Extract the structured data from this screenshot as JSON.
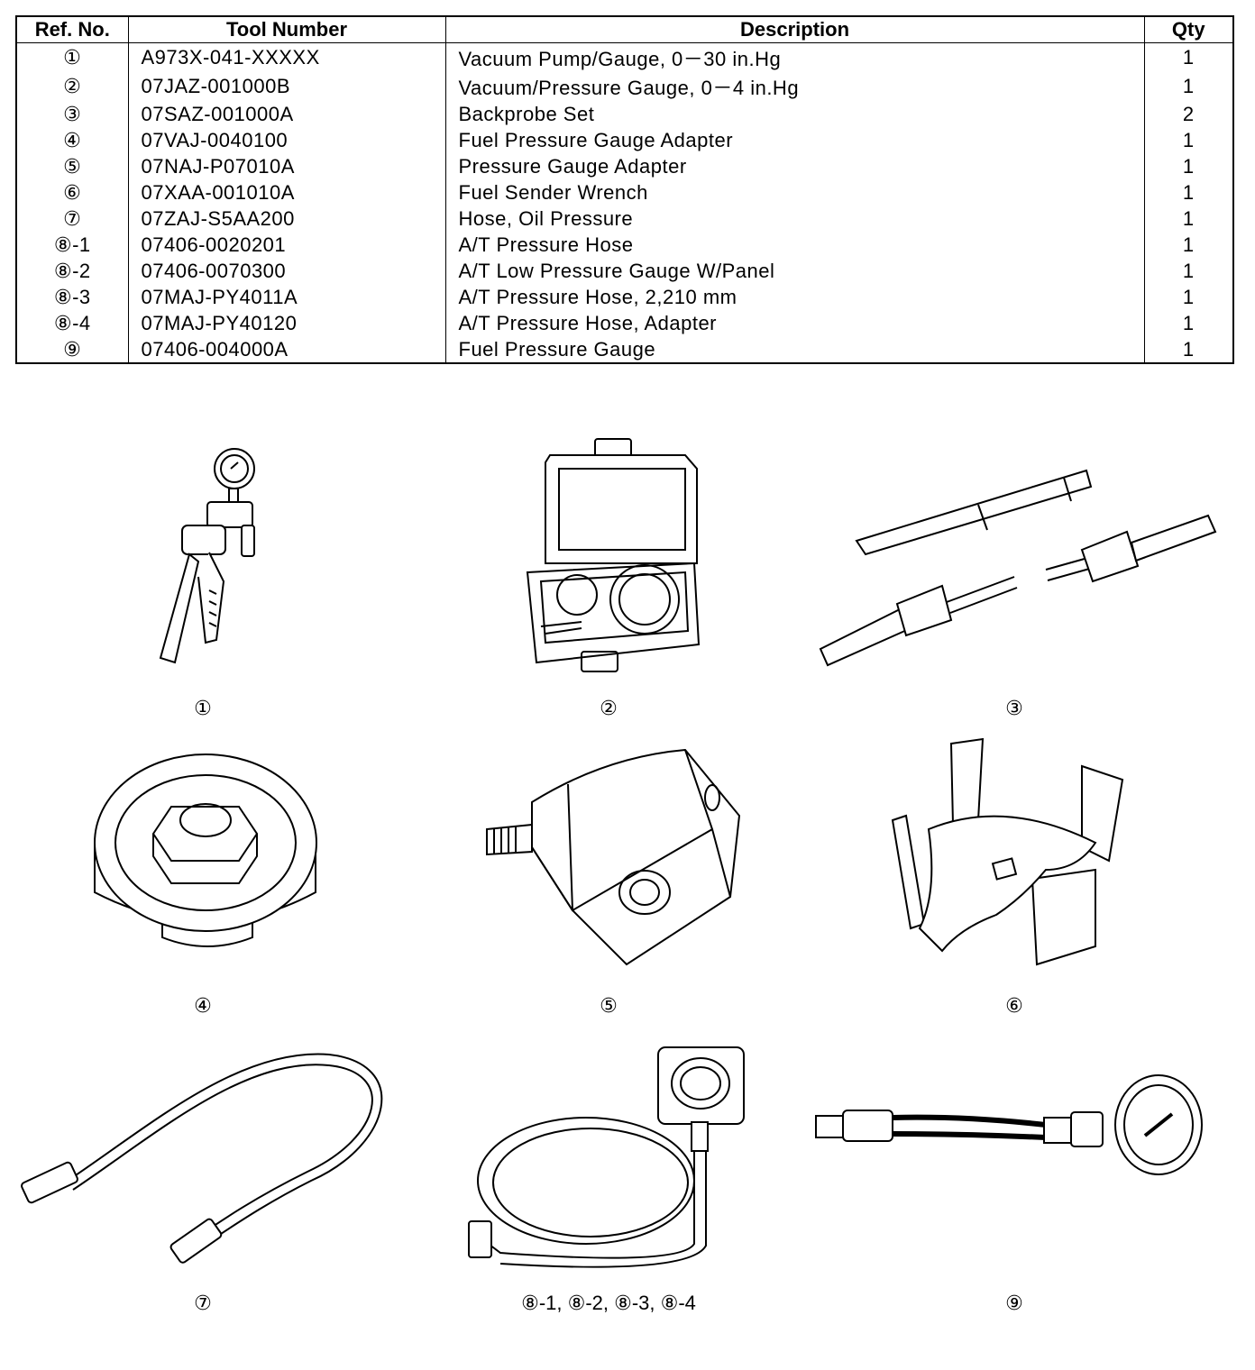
{
  "table": {
    "headers": {
      "ref": "Ref. No.",
      "tool": "Tool Number",
      "desc": "Description",
      "qty": "Qty"
    },
    "rows": [
      {
        "ref": "①",
        "tool": "A973X-041-XXXXX",
        "desc": "Vacuum Pump/Gauge, 0－30 in.Hg",
        "qty": "1"
      },
      {
        "ref": "②",
        "tool": "07JAZ-001000B",
        "desc": "Vacuum/Pressure Gauge, 0－4 in.Hg",
        "qty": "1"
      },
      {
        "ref": "③",
        "tool": "07SAZ-001000A",
        "desc": "Backprobe Set",
        "qty": "2"
      },
      {
        "ref": "④",
        "tool": "07VAJ-0040100",
        "desc": "Fuel Pressure Gauge Adapter",
        "qty": "1"
      },
      {
        "ref": "⑤",
        "tool": "07NAJ-P07010A",
        "desc": "Pressure Gauge Adapter",
        "qty": "1"
      },
      {
        "ref": "⑥",
        "tool": "07XAA-001010A",
        "desc": "Fuel Sender Wrench",
        "qty": "1"
      },
      {
        "ref": "⑦",
        "tool": "07ZAJ-S5AA200",
        "desc": "Hose, Oil Pressure",
        "qty": "1"
      },
      {
        "ref": "⑧-1",
        "tool": "07406-0020201",
        "desc": "A/T Pressure Hose",
        "qty": "1"
      },
      {
        "ref": "⑧-2",
        "tool": "07406-0070300",
        "desc": "A/T Low Pressure Gauge W/Panel",
        "qty": "1"
      },
      {
        "ref": "⑧-3",
        "tool": "07MAJ-PY4011A",
        "desc": "A/T Pressure Hose, 2,210 mm",
        "qty": "1"
      },
      {
        "ref": "⑧-4",
        "tool": "07MAJ-PY40120",
        "desc": "A/T Pressure Hose, Adapter",
        "qty": "1"
      },
      {
        "ref": "⑨",
        "tool": "07406-004000A",
        "desc": "Fuel Pressure Gauge",
        "qty": "1"
      }
    ]
  },
  "illustrations": [
    {
      "caption": "①",
      "icon": "vacuum-pump-gauge-illustration"
    },
    {
      "caption": "②",
      "icon": "gauge-case-illustration"
    },
    {
      "caption": "③",
      "icon": "backprobe-set-illustration"
    },
    {
      "caption": "④",
      "icon": "fuel-gauge-adapter-illustration"
    },
    {
      "caption": "⑤",
      "icon": "pressure-gauge-adapter-illustration"
    },
    {
      "caption": "⑥",
      "icon": "fuel-sender-wrench-illustration"
    },
    {
      "caption": "⑦",
      "icon": "oil-pressure-hose-illustration"
    },
    {
      "caption": "⑧-1, ⑧-2, ⑧-3, ⑧-4",
      "icon": "at-pressure-gauge-illustration"
    },
    {
      "caption": "⑨",
      "icon": "fuel-pressure-gauge-illustration"
    }
  ]
}
